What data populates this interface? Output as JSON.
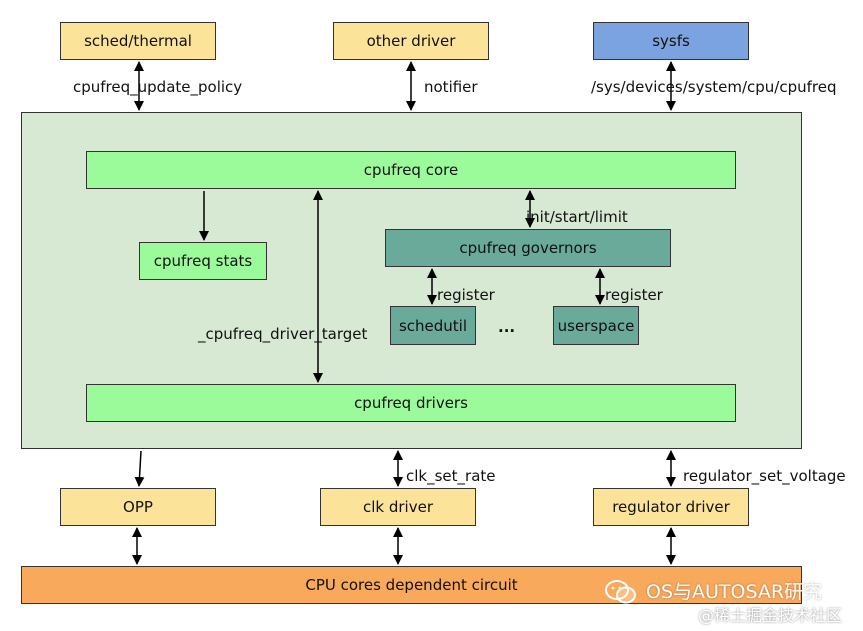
{
  "colors": {
    "yellow": "#fbe49a",
    "blue": "#7ba3e0",
    "green": "#9bfb9b",
    "teal": "#6aaa9a",
    "container": "#d7e8d3",
    "orange": "#f9a95c",
    "arrow": "#000000"
  },
  "top": {
    "sched_thermal": "sched/thermal",
    "other_driver": "other driver",
    "sysfs": "sysfs"
  },
  "top_labels": {
    "update_policy": "cpufreq_update_policy",
    "notifier": "notifier",
    "sysfs_path": "/sys/devices/system/cpu/cpufreq"
  },
  "core": {
    "cpufreq_core": "cpufreq core",
    "cpufreq_stats": "cpufreq stats",
    "init_start_limit": "init/start/limit",
    "cpufreq_governors": "cpufreq governors",
    "register_1": "register",
    "register_2": "register",
    "schedutil": "schedutil",
    "ellipsis": "...",
    "userspace": "userspace",
    "driver_target": "_cpufreq_driver_target",
    "cpufreq_drivers": "cpufreq drivers"
  },
  "bottom_labels": {
    "clk_set_rate": "clk_set_rate",
    "regulator_set_voltage": "regulator_set_voltage"
  },
  "bottom": {
    "opp": "OPP",
    "clk_driver": "clk driver",
    "regulator_driver": "regulator driver",
    "cpu_circuit": "CPU cores dependent circuit"
  },
  "watermark": {
    "line1": "OS与AUTOSAR研究",
    "line2": "@稀土掘金技术社区",
    "icon": "wechat-icon"
  }
}
